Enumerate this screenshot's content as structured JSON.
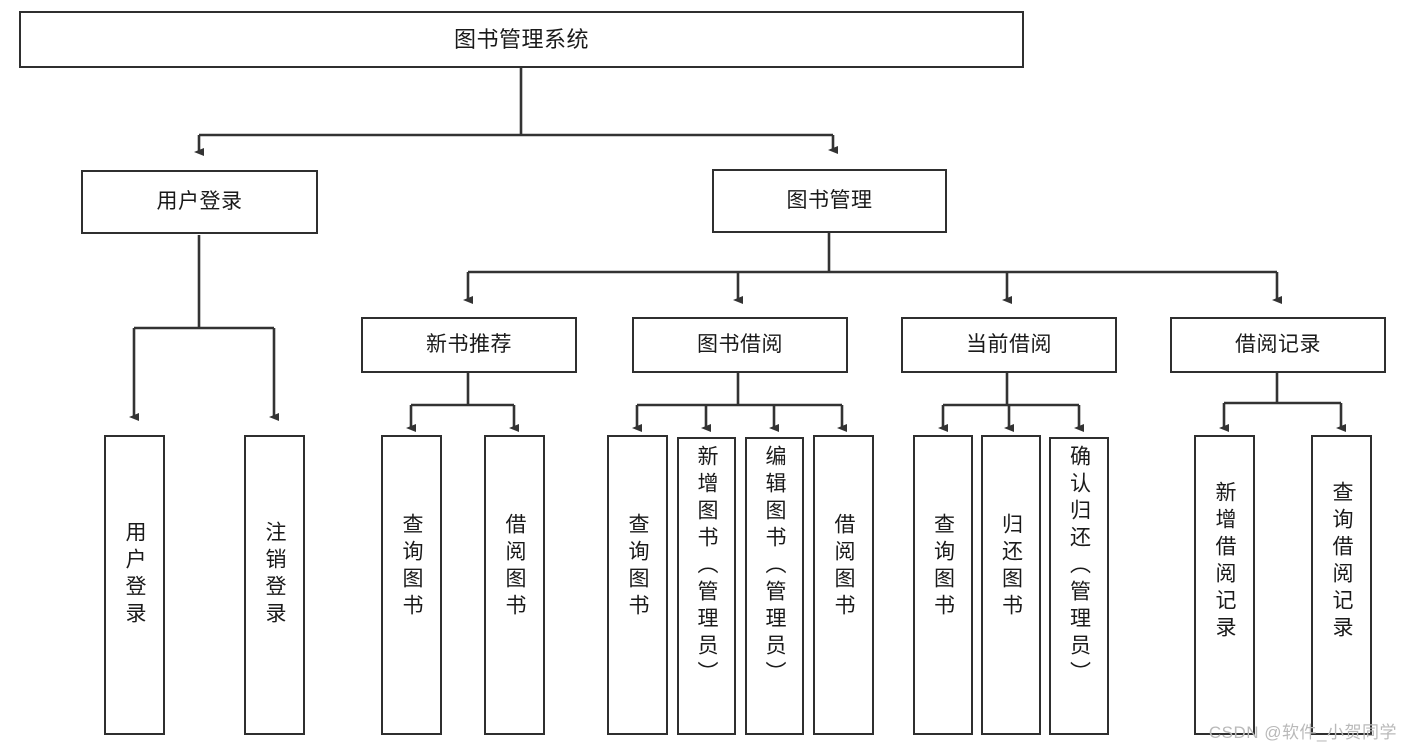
{
  "diagram": {
    "type": "tree-hierarchy",
    "title": "图书管理系统",
    "orientation": "top-down",
    "colors": {
      "box_border": "#2f2f2f",
      "box_fill": "#ffffff",
      "edge": "#333333",
      "text": "#1a1a1a",
      "watermark": "#b9b9b9"
    },
    "nodes": {
      "root": {
        "label": "图书管理系统"
      },
      "level2": [
        {
          "id": "user-login",
          "label": "用户登录"
        },
        {
          "id": "book-management",
          "label": "图书管理"
        }
      ],
      "level3": [
        {
          "id": "new-book-recommend",
          "label": "新书推荐",
          "parent": "book-management"
        },
        {
          "id": "book-borrow",
          "label": "图书借阅",
          "parent": "book-management"
        },
        {
          "id": "current-borrow",
          "label": "当前借阅",
          "parent": "book-management"
        },
        {
          "id": "borrow-record",
          "label": "借阅记录",
          "parent": "book-management"
        }
      ],
      "leaves": [
        {
          "id": "leaf-user-login",
          "label": "用户登录",
          "parent": "user-login"
        },
        {
          "id": "leaf-logout-login",
          "label": "注销登录",
          "parent": "user-login"
        },
        {
          "id": "leaf-query-book-1",
          "label": "查询图书",
          "parent": "new-book-recommend"
        },
        {
          "id": "leaf-borrow-book-1",
          "label": "借阅图书",
          "parent": "new-book-recommend"
        },
        {
          "id": "leaf-query-book-2",
          "label": "查询图书",
          "parent": "book-borrow"
        },
        {
          "id": "leaf-add-book",
          "label": "新增图书（管理员）",
          "parent": "book-borrow"
        },
        {
          "id": "leaf-edit-book",
          "label": "编辑图书（管理员）",
          "parent": "book-borrow"
        },
        {
          "id": "leaf-borrow-book-2",
          "label": "借阅图书",
          "parent": "book-borrow"
        },
        {
          "id": "leaf-query-book-3",
          "label": "查询图书",
          "parent": "current-borrow"
        },
        {
          "id": "leaf-return-book",
          "label": "归还图书",
          "parent": "current-borrow"
        },
        {
          "id": "leaf-confirm-return",
          "label": "确认归还（管理员）",
          "parent": "current-borrow"
        },
        {
          "id": "leaf-add-record",
          "label": "新增借阅记录",
          "parent": "borrow-record"
        },
        {
          "id": "leaf-query-record",
          "label": "查询借阅记录",
          "parent": "borrow-record"
        }
      ]
    }
  },
  "watermark": {
    "text": "CSDN @软件_小贺同学"
  }
}
